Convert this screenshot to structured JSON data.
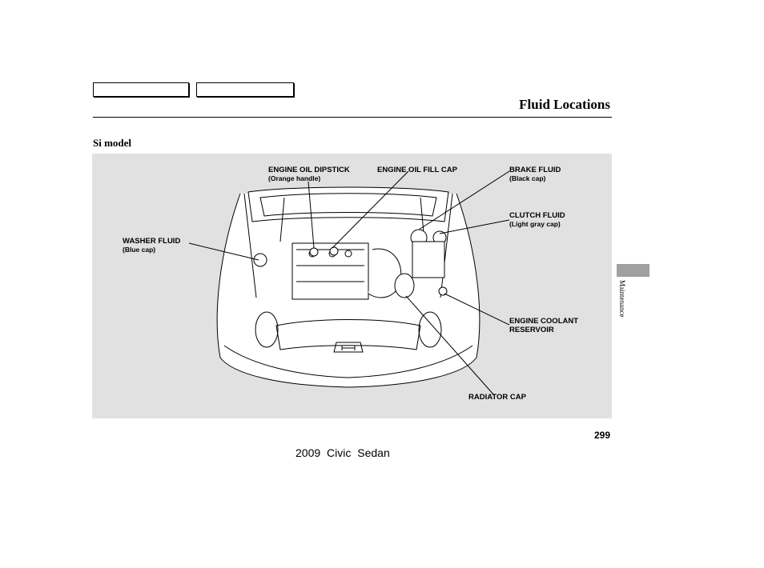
{
  "header": {
    "nav_tabs": [
      "",
      ""
    ],
    "title": "Fluid Locations"
  },
  "section": {
    "subheading": "Si model"
  },
  "callouts": {
    "engine_oil_dipstick": {
      "name": "ENGINE OIL DIPSTICK",
      "detail": "(Orange handle)"
    },
    "engine_oil_fill_cap": {
      "name": "ENGINE OIL FILL CAP"
    },
    "brake_fluid": {
      "name": "BRAKE FLUID",
      "detail": "(Black cap)"
    },
    "clutch_fluid": {
      "name": "CLUTCH FLUID",
      "detail": "(Light gray cap)"
    },
    "washer_fluid": {
      "name": "WASHER FLUID",
      "detail": "(Blue cap)"
    },
    "engine_coolant": {
      "line1": "ENGINE COOLANT",
      "line2": "RESERVOIR"
    },
    "radiator_cap": {
      "name": "RADIATOR CAP"
    }
  },
  "sidebar": {
    "section_label": "Maintenance"
  },
  "footer": {
    "page_number": "299",
    "document_title": "2009  Civic  Sedan"
  },
  "colors": {
    "panel_background": "#e1e1e1",
    "side_tab": "#a0a0a0"
  }
}
